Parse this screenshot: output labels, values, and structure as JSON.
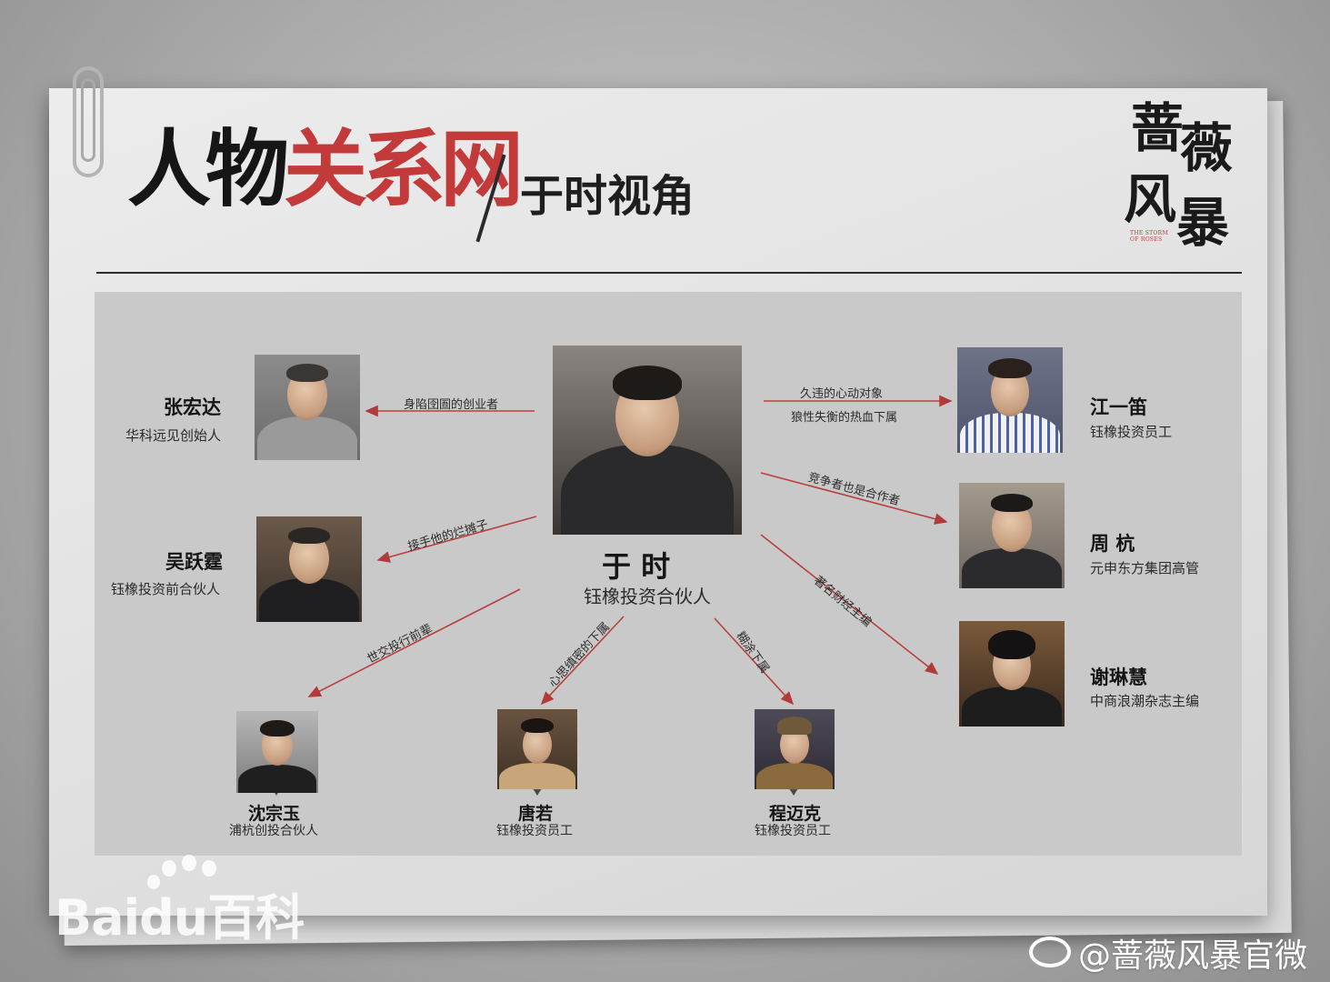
{
  "header": {
    "title_part1": "人物",
    "title_part2": "关系网",
    "subtitle": "于时视角"
  },
  "logo": {
    "chars": [
      "蔷",
      "薇",
      "风",
      "暴"
    ],
    "english": "THE STORM OF ROSES"
  },
  "center": {
    "name": "于 时",
    "role": "钰橡投资合伙人"
  },
  "people": [
    {
      "name": "张宏达",
      "role": "华科远见创始人",
      "relation": "身陷囹圄的创业者"
    },
    {
      "name": "吴跃霆",
      "role": "钰橡投资前合伙人",
      "relation": "接手他的烂摊子"
    },
    {
      "name": "江一笛",
      "role": "钰橡投资员工",
      "relation": "久违的心动对象",
      "relation2": "狼性失衡的热血下属"
    },
    {
      "name": "周  杭",
      "role": "元申东方集团高管",
      "relation": "竞争者也是合作者"
    },
    {
      "name": "谢琳慧",
      "role": "中商浪潮杂志主编",
      "relation": "著名财经主编"
    },
    {
      "name": "沈宗玉",
      "role": "浦杭创投合伙人",
      "relation": "世交投行前辈"
    },
    {
      "name": "唐若",
      "role": "钰橡投资员工",
      "relation": "心思缜密的下属"
    },
    {
      "name": "程迈克",
      "role": "钰橡投资员工",
      "relation": "糊涂下属"
    }
  ],
  "colors": {
    "accent": "#c23a3a",
    "ink": "#161616",
    "panel": "#c9c9c9"
  },
  "watermarks": {
    "baidu": "Baidu百科",
    "weibo": "@蔷薇风暴官微"
  }
}
